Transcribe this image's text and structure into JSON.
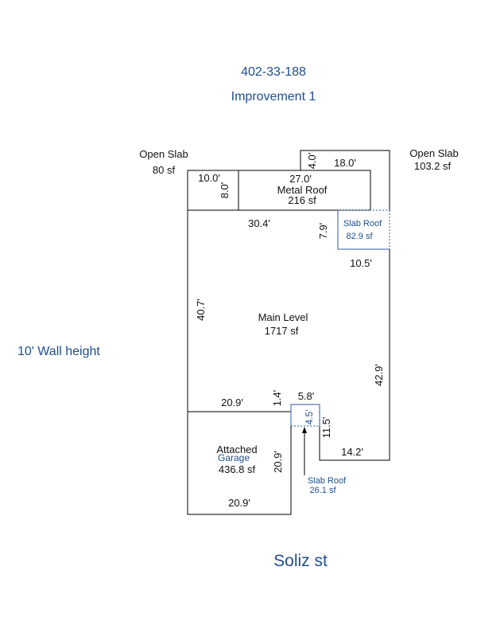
{
  "header": {
    "parcel_id": "402-33-188",
    "improvement": "Improvement 1"
  },
  "wall_height": "10' Wall height",
  "street": "Soliz st",
  "areas": {
    "open_slab_left": {
      "name": "Open Slab",
      "area": "80 sf"
    },
    "open_slab_right": {
      "name": "Open Slab",
      "area": "103.2 sf"
    },
    "metal_roof": {
      "name": "Metal Roof",
      "area": "216 sf"
    },
    "slab_roof_top": {
      "name": "Slab Roof",
      "area": "82.9 sf"
    },
    "main_level": {
      "name": "Main Level",
      "area": "1717 sf"
    },
    "garage": {
      "name_line1": "Attached",
      "name_line2": "Garage",
      "area": "436.8 sf"
    },
    "slab_roof_bottom": {
      "name": "Slab Roof",
      "area": "26.1 sf"
    }
  },
  "dimensions": {
    "d_10_0": "10.0'",
    "d_8_0": "8.0'",
    "d_27_0": "27.0'",
    "d_4_0": "4.0'",
    "d_18_0": "18.0'",
    "d_30_4": "30.4'",
    "d_7_9": "7.9'",
    "d_10_5": "10.5'",
    "d_40_7": "40.7'",
    "d_42_9": "42.9'",
    "d_20_9_top": "20.9'",
    "d_1_4": "1.4'",
    "d_5_8": "5.8'",
    "d_4_5": "4.5'",
    "d_11_5": "11.5'",
    "d_14_2": "14.2'",
    "d_20_9_side": "20.9'",
    "d_20_9_bottom": "20.9'"
  }
}
